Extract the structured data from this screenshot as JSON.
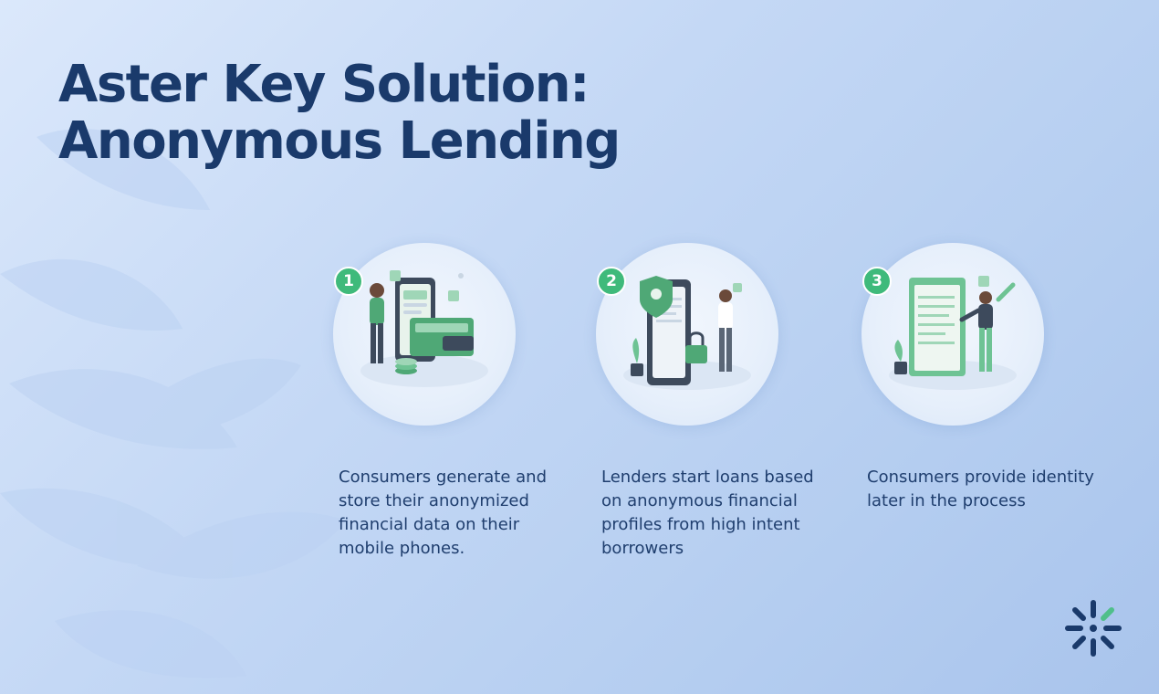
{
  "slide": {
    "title_line1": "Aster Key Solution:",
    "title_line2": "Anonymous Lending"
  },
  "steps": [
    {
      "number": "1",
      "description": "Consumers generate and store their anonymized financial data on their mobile phones.",
      "illustration": "person-with-phone-wallet-coins-illustration"
    },
    {
      "number": "2",
      "description": "Lenders start loans based on anonymous financial profiles from high intent borrowers",
      "illustration": "person-with-shield-lock-document-illustration"
    },
    {
      "number": "3",
      "description": "Consumers provide identity later in the process",
      "illustration": "person-writing-on-clipboard-illustration"
    }
  ],
  "colors": {
    "title": "#1a3a6b",
    "accent_green": "#3fba7b",
    "body_text": "#1f3e6e",
    "logo_navy": "#1a3a6b",
    "logo_green": "#4fbf8a"
  },
  "logo_icon": "aster-key-logo-icon"
}
